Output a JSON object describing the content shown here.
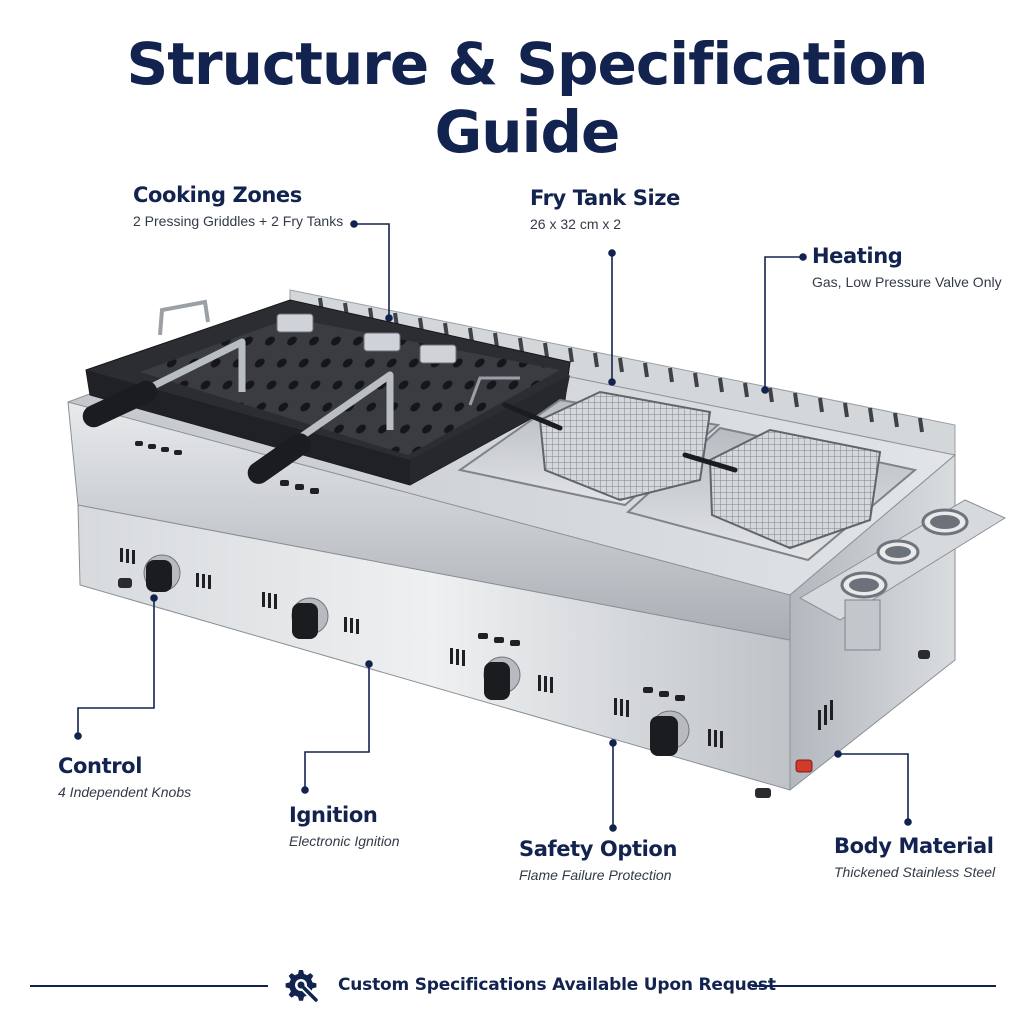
{
  "title": "Structure & Specification Guide",
  "labels": {
    "cooking_zones": {
      "heading": "Cooking Zones",
      "detail": "2 Pressing Griddles + 2 Fry Tanks"
    },
    "fry_tank_size": {
      "heading": "Fry Tank Size",
      "detail": "26 x 32 cm x 2"
    },
    "heating": {
      "heading": "Heating",
      "detail": "Gas, Low Pressure Valve Only"
    },
    "control": {
      "heading": "Control",
      "detail": "4 Independent Knobs"
    },
    "ignition": {
      "heading": "Ignition",
      "detail": "Electronic Ignition"
    },
    "safety_option": {
      "heading": "Safety Option",
      "detail": "Flame Failure Protection"
    },
    "body_material": {
      "heading": "Body Material",
      "detail": "Thickened Stainless Steel"
    }
  },
  "footer": {
    "text": "Custom Specifications Available Upon Request",
    "icon": "gear-wrench-icon"
  },
  "colors": {
    "navy": "#13234f",
    "steel": "#c5c9ce",
    "steel_dark": "#8e949b",
    "griddle": "#2b2d31",
    "knob": "#1b1c1f",
    "red": "#d23a2a"
  }
}
